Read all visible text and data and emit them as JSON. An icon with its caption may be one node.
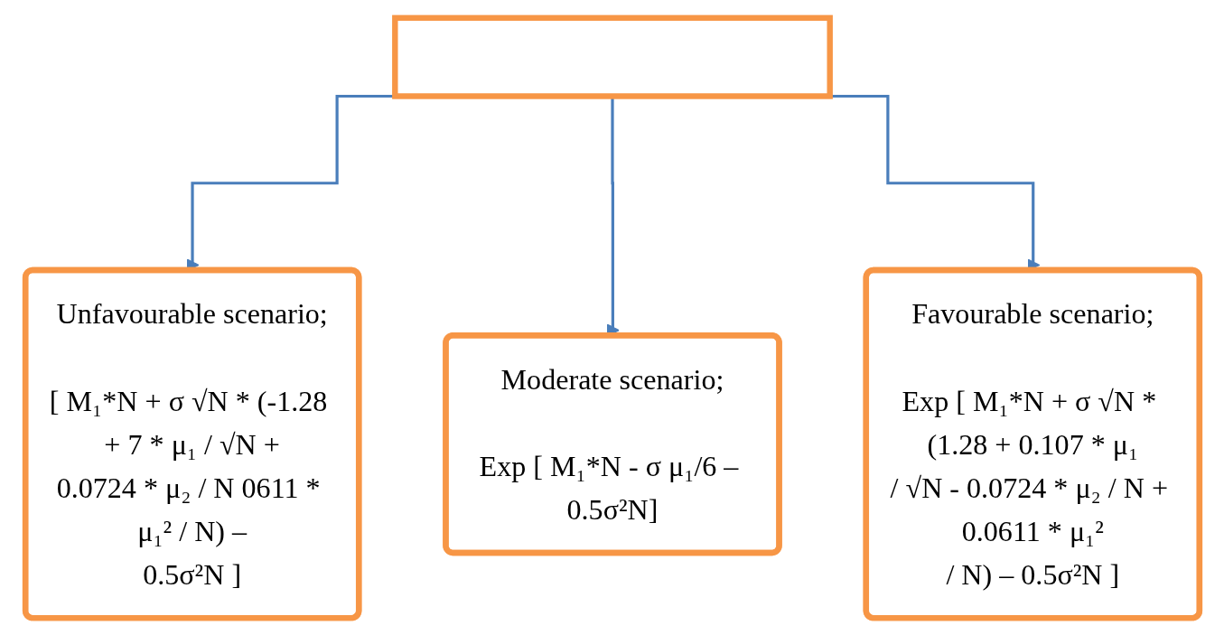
{
  "diagram": {
    "nodes": [
      {
        "text": [],
        "shape": "box"
      },
      {
        "text": [
          "Unfavourable scenario;",
          "[ M₁*N + σ √N * (-1.28 + 7 * μ₁ / √N + 0.0724 * μ₂ / N 0611 * μ₁² / N) – 0.5σ²N ]"
        ]
      },
      {
        "text": [
          "Moderate scenario;",
          "Exp [ M₁*N - σ μ₁/6 – 0.5σ²N]"
        ]
      },
      {
        "text": [
          "Favourable scenario;",
          "Exp [ M₁*N + σ √N * (1.28 + 0.107 * μ₁ / √N - 0.0724 * μ₂ / N + 0.0611 * μ₁² / N) – 0.5σ²N ]"
        ]
      }
    ],
    "edges": [
      {
        "from": 0,
        "to": 1,
        "arrow": "to"
      },
      {
        "from": 0,
        "to": 2,
        "arrow": "to"
      },
      {
        "from": 0,
        "to": 3,
        "arrow": "to"
      }
    ]
  }
}
